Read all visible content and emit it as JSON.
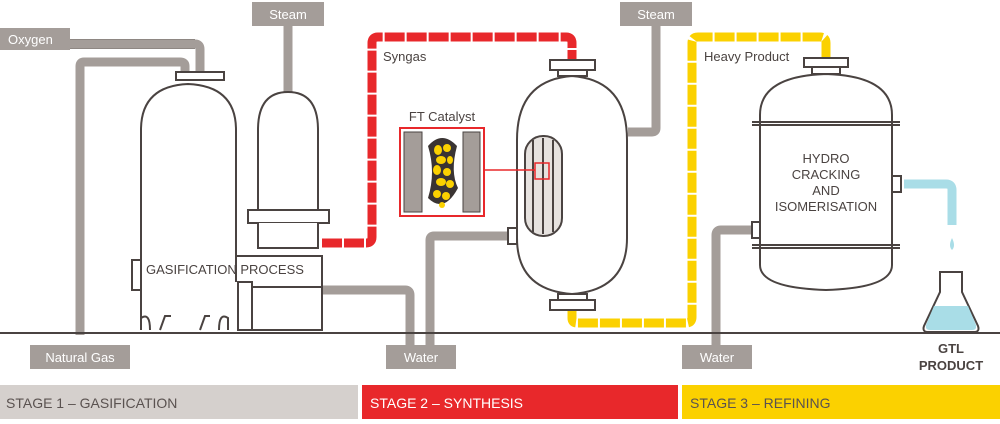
{
  "labels": {
    "oxygen": "Oxygen",
    "steam_1": "Steam",
    "steam_2": "Steam",
    "syngas": "Syngas",
    "heavy_product": "Heavy Product",
    "ft_catalyst": "FT Catalyst",
    "gasification_process": "GASIFICATION PROCESS",
    "hydro_line1": "HYDRO",
    "hydro_line2": "CRACKING",
    "hydro_line3": "AND",
    "hydro_line4": "ISOMERISATION",
    "natural_gas": "Natural Gas",
    "water_1": "Water",
    "water_2": "Water",
    "gtl_line1": "GTL",
    "gtl_line2": "PRODUCT"
  },
  "stages": [
    {
      "label": "STAGE 1 – GASIFICATION",
      "color": "#d5d0cd",
      "text_color": "#5a5250"
    },
    {
      "label": "STAGE 2 – SYNTHESIS",
      "color": "#e8282b",
      "text_color": "#ffffff"
    },
    {
      "label": "STAGE 3 – REFINING",
      "color": "#fbd100",
      "text_color": "#5a5250"
    }
  ],
  "colors": {
    "pipe_gray": "#a49d99",
    "syngas_red": "#e8282b",
    "product_yellow": "#fbd100",
    "water_blue": "#a9dde7",
    "outline": "#4a4341"
  }
}
